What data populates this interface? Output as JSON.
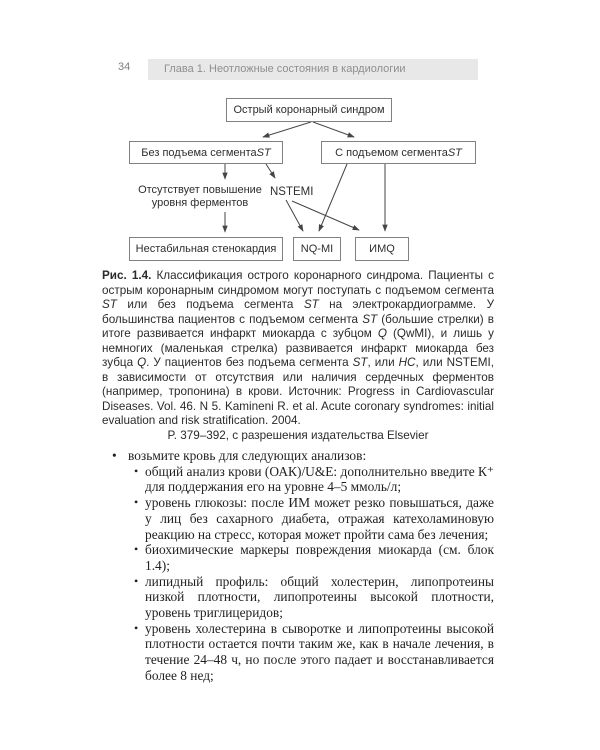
{
  "colors": {
    "page-bg": "#ffffff",
    "header-bar-bg": "#e8e8e8",
    "header-text": "#8f8f8f",
    "pagenum-text": "#7f7f7f",
    "caption-text": "#2b2b2b",
    "body-text": "#1f1f1f",
    "diagram-line": "#454545",
    "diagram-border": "#818181"
  },
  "page": {
    "number": "34",
    "header": "Глава 1. Неотложные состояния в кардиологии"
  },
  "diagram": {
    "nodes": {
      "acs": "Острый коронарный синдром",
      "no_st_elevation": [
        {
          "t": "Без подъема сегмента "
        },
        {
          "t": "ST",
          "i": true
        }
      ],
      "st_elevation": [
        {
          "t": "С подъемом сегмента "
        },
        {
          "t": "ST",
          "i": true
        }
      ],
      "no_enzyme_rise_line1": "Отсутствует повышение",
      "no_enzyme_rise_line2": "уровня ферментов",
      "nstemi": "NSTEMI",
      "unstable_angina": "Нестабильная стенокардия",
      "nq_mi": "NQ-MI",
      "im_q": "ИМQ"
    }
  },
  "figure": {
    "caption_rich": [
      {
        "t": "Рис. 1.4.",
        "b": true
      },
      {
        "t": " Классификация острого коронарного синдрома. Пациен­ты с острым коронарным синдромом могут поступать с подъемом сегмента "
      },
      {
        "t": "ST",
        "i": true
      },
      {
        "t": " или без подъема сегмента "
      },
      {
        "t": "ST",
        "i": true
      },
      {
        "t": " на электрокардиограм­ме. У большинства пациентов с подъемом сегмента "
      },
      {
        "t": "ST",
        "i": true
      },
      {
        "t": " (боль­шие стрелки) в итоге развивается инфаркт миокарда с зубцом "
      },
      {
        "t": "Q",
        "i": true
      },
      {
        "t": " (QwMI), и лишь у немногих (маленькая стрелка) развивается ин­фаркт миокарда без зубца "
      },
      {
        "t": "Q",
        "i": true
      },
      {
        "t": ". У пациентов без подъема сегмента "
      },
      {
        "t": "ST",
        "i": true
      },
      {
        "t": ", или "
      },
      {
        "t": "НС",
        "i": true
      },
      {
        "t": ", или NSTEMI, в зависимости от отсутствия или наличия сердечных ферментов (например, тропонина) в крови. Источник: Progress in Cardiovascular Diseases. Vol. 46. N 5. Kamineni R. et al. Acute coronary syndromes: initial evaluation and risk stratification. 2004."
      }
    ],
    "caption_center": "P. 379–392, с разрешения издательства Elsevier"
  },
  "content": {
    "lead": "возьмите кровь для следующих анализов:",
    "bullet": "•",
    "sublist": [
      "общий анализ крови (ОАК)/U&E: дополнительно введи­те К⁺ для поддержания его на уровне 4–5 ммоль/л;",
      "уровень глюкозы: после ИМ может резко повышаться, даже у лиц без сахарного диабета, отражая катехолами­новую реакцию на стресс, которая может пройти сама без лечения;",
      "биохимические маркеры повреждения миокарда (см. блок 1.4);",
      "липидный профиль: общий холестерин, липопротеины низкой плотности, липопротеины высокой плотности, уровень триглицеридов;",
      "уровень холестерина в сыворотке и липопротеины вы­сокой плотности остается почти таким же, как в начале лечения, в течение 24–48 ч, но после этого падает и вос­станавливается более 8 нед;"
    ]
  }
}
